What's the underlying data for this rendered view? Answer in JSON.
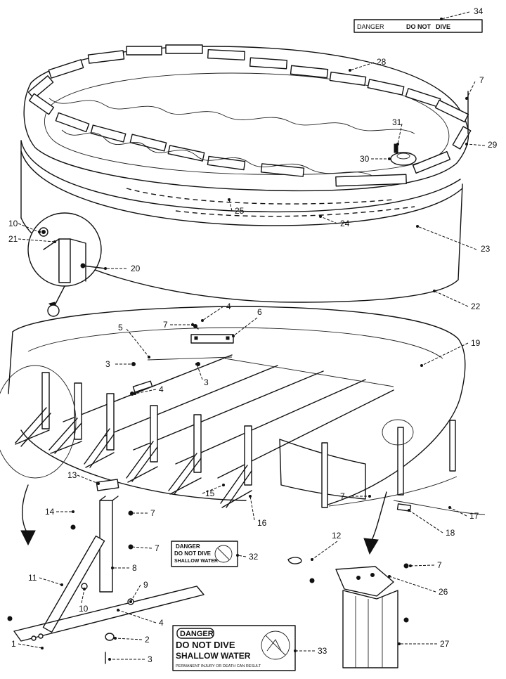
{
  "diagram": {
    "parts": [
      "1",
      "2",
      "3",
      "4",
      "5",
      "6",
      "7",
      "8",
      "9",
      "10",
      "11",
      "12",
      "13",
      "14",
      "15",
      "16",
      "17",
      "18",
      "19",
      "20",
      "21",
      "22",
      "23",
      "24",
      "25",
      "26",
      "27",
      "28",
      "29",
      "30",
      "31",
      "32",
      "33",
      "34"
    ],
    "callouts": [
      {
        "id": "c34",
        "label": "34"
      },
      {
        "id": "c28",
        "label": "28"
      },
      {
        "id": "c7a",
        "label": "7"
      },
      {
        "id": "c31",
        "label": "31"
      },
      {
        "id": "c30",
        "label": "30"
      },
      {
        "id": "c29",
        "label": "29"
      },
      {
        "id": "c25",
        "label": "25"
      },
      {
        "id": "c24",
        "label": "24"
      },
      {
        "id": "c23",
        "label": "23"
      },
      {
        "id": "c10a",
        "label": "10"
      },
      {
        "id": "c21",
        "label": "21"
      },
      {
        "id": "c20",
        "label": "20"
      },
      {
        "id": "c22",
        "label": "22"
      },
      {
        "id": "c4a",
        "label": "4"
      },
      {
        "id": "c7b",
        "label": "7"
      },
      {
        "id": "c6",
        "label": "6"
      },
      {
        "id": "c5",
        "label": "5"
      },
      {
        "id": "c19",
        "label": "19"
      },
      {
        "id": "c3a",
        "label": "3"
      },
      {
        "id": "c3b",
        "label": "3"
      },
      {
        "id": "c4b",
        "label": "4"
      },
      {
        "id": "c13",
        "label": "13"
      },
      {
        "id": "c14",
        "label": "14"
      },
      {
        "id": "c7c",
        "label": "7"
      },
      {
        "id": "c15",
        "label": "15"
      },
      {
        "id": "c16",
        "label": "16"
      },
      {
        "id": "c7d",
        "label": "7"
      },
      {
        "id": "c17",
        "label": "17"
      },
      {
        "id": "c18",
        "label": "18"
      },
      {
        "id": "c12",
        "label": "12"
      },
      {
        "id": "c7e",
        "label": "7"
      },
      {
        "id": "c26",
        "label": "26"
      },
      {
        "id": "c32",
        "label": "32"
      },
      {
        "id": "c7f",
        "label": "7"
      },
      {
        "id": "c8",
        "label": "8"
      },
      {
        "id": "c11",
        "label": "11"
      },
      {
        "id": "c9",
        "label": "9"
      },
      {
        "id": "c10b",
        "label": "10"
      },
      {
        "id": "c4c",
        "label": "4"
      },
      {
        "id": "c2",
        "label": "2"
      },
      {
        "id": "c1",
        "label": "1"
      },
      {
        "id": "c3c",
        "label": "3"
      },
      {
        "id": "c33",
        "label": "33"
      },
      {
        "id": "c27",
        "label": "27"
      }
    ]
  },
  "decals": {
    "large": {
      "line1": "DANGER",
      "line2": "DO NOT DIVE",
      "line3": "SHALLOW WATER",
      "line4": "PERMANENT INJURY OR DEATH CAN RESULT"
    },
    "small": {
      "line1": "DANGER",
      "line2": "DO NOT DIVE",
      "line3": "SHALLOW WATER"
    },
    "strip": {
      "line1": "DANGER",
      "line2": "DO",
      "line3": "NOT",
      "line4": "DIVE"
    }
  }
}
